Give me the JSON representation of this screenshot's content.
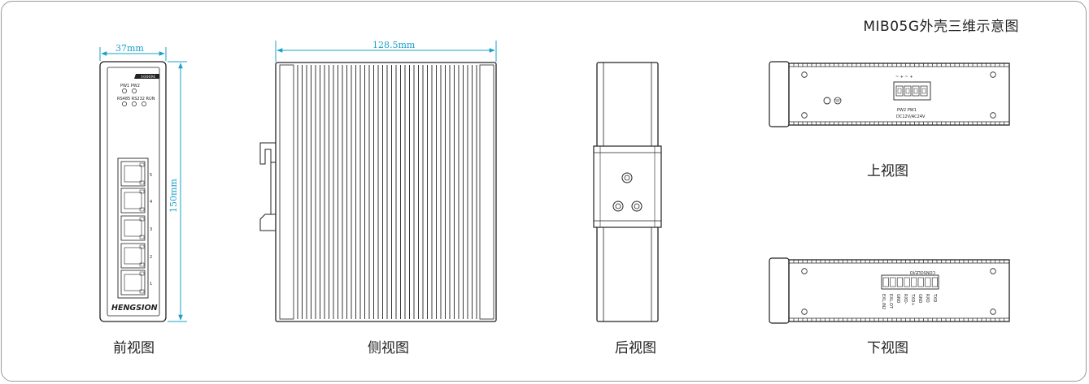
{
  "title": "MIB05G外壳三维示意图",
  "views": {
    "front": {
      "caption": "前视图",
      "width_label": "37mm",
      "height_label": "150mm",
      "speed_label": "1000M",
      "led_top": "PW1 PW2",
      "led_bottom": "RS485 RS232 RUN",
      "ports": [
        "5",
        "4",
        "3",
        "2",
        "1"
      ],
      "brand": "HENGSION"
    },
    "side": {
      "caption": "侧视图",
      "width_label": "128.5mm"
    },
    "back": {
      "caption": "后视图"
    },
    "top": {
      "caption": "上视图",
      "terminal_labels": "PW2      PW1",
      "power_label": "DC12V/AC24V",
      "symbols": "~  +   ~  +"
    },
    "bottom": {
      "caption": "下视图",
      "console_label": "CONSOLE/IO",
      "pin_labels": [
        "TXD",
        "RXD",
        "GND",
        "TXD+",
        "RXD-",
        "GND",
        "EXL.OT",
        "EXL.IN2"
      ]
    }
  },
  "colors": {
    "dimension": "#1aa0c8",
    "line": "#222222"
  }
}
